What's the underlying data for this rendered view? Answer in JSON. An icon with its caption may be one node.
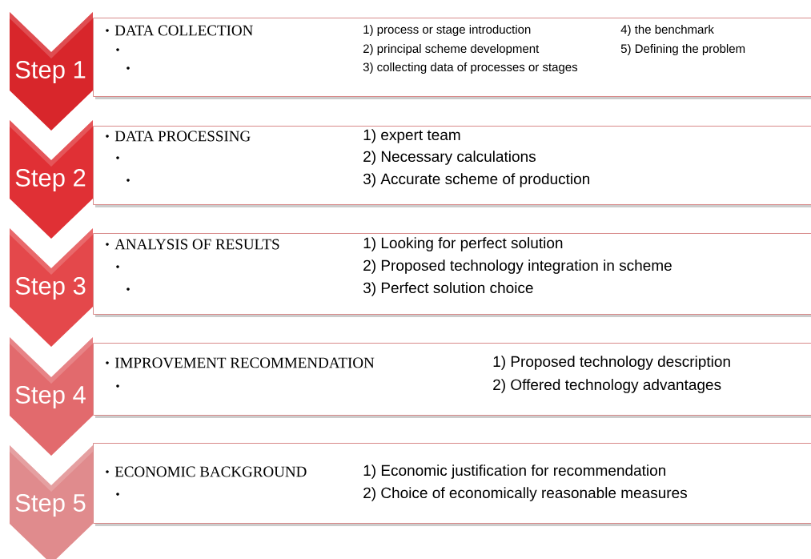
{
  "diagram": {
    "nodes": [
      {
        "text": [
          "Step 1"
        ]
      },
      {
        "text": [
          "DATA COLLECTION",
          "1) process or stage introduction",
          "2) principal scheme development",
          "3) collecting data of processes or stages",
          "4) the benchmark",
          "5) Defining the problem"
        ]
      },
      {
        "text": [
          "Step 2"
        ]
      },
      {
        "text": [
          "DATA PROCESSING",
          "1) expert team",
          "2) Necessary calculations",
          "3) Accurate scheme of production"
        ]
      },
      {
        "text": [
          "Step 3"
        ]
      },
      {
        "text": [
          "ANALYSIS OF RESULTS",
          "1) Looking for perfect solution",
          "2) Proposed technology integration in scheme",
          "3) Perfect solution choice"
        ]
      },
      {
        "text": [
          "Step 4"
        ]
      },
      {
        "text": [
          "IMPROVEMENT  RECOMMENDATION",
          "1) Proposed technology description",
          "2) Offered technology advantages"
        ]
      },
      {
        "text": [
          "Step 5"
        ]
      },
      {
        "text": [
          "ECONOMIC BACKGROUND",
          "1) Economic justification for recommendation",
          "2) Choice of economically reasonable measures"
        ]
      }
    ]
  }
}
